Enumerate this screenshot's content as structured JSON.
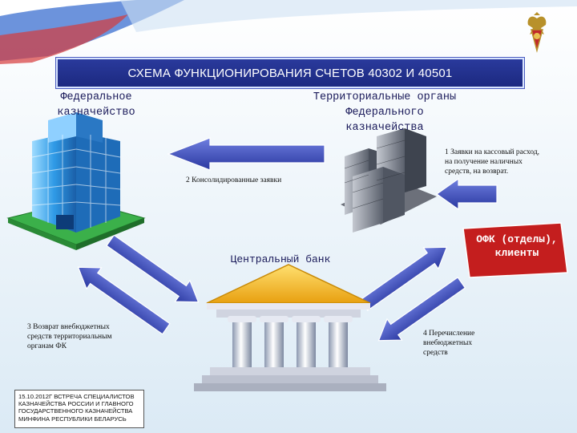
{
  "header": {
    "title": "СХЕМА ФУНКЦИОНИРОВАНИЯ СЧЕТОВ 40302 И 40501"
  },
  "nodes": {
    "federal_treasury": "Федеральное\nказначейство",
    "territorial_bodies": "Территориальные органы\nФедерального\nказначейства",
    "central_bank": "Центральный банк",
    "ofk_clients": "ОФК (отделы),\nклиенты"
  },
  "flows": {
    "flow1": "1 Заявки на кассовый расход,\nна получение наличных\nсредств, на возврат.",
    "flow2": "2  Консолидированные заявки",
    "flow3": "3 Возврат внебюджетных\n  средств территориальным\n  органам ФК",
    "flow4": "4 Перечисление\nвнебюджетных\nсредств"
  },
  "footer": {
    "text": "15.10.2012г ВСТРЕЧА СПЕЦИАЛИСТОВ КАЗНАЧЕЙСТВА РОССИИ И ГЛАВНОГО ГОСУДАРСТВЕННОГО КАЗНАЧЕЙСТВА МИНФИНА РЕСПУБЛИКИ БЕЛАРУСЬ"
  },
  "colors": {
    "title_bar": "#1f2c8c",
    "arrow_blue": "#3a48b0",
    "ofk_red": "#c41e1e",
    "bank_gold": "#f0b820",
    "building_blue": "#2e8fd8",
    "grass_green": "#3bb04a"
  },
  "icons": {
    "logo": "double-headed-eagle-emblem",
    "flag": "russian-flag-wave"
  }
}
